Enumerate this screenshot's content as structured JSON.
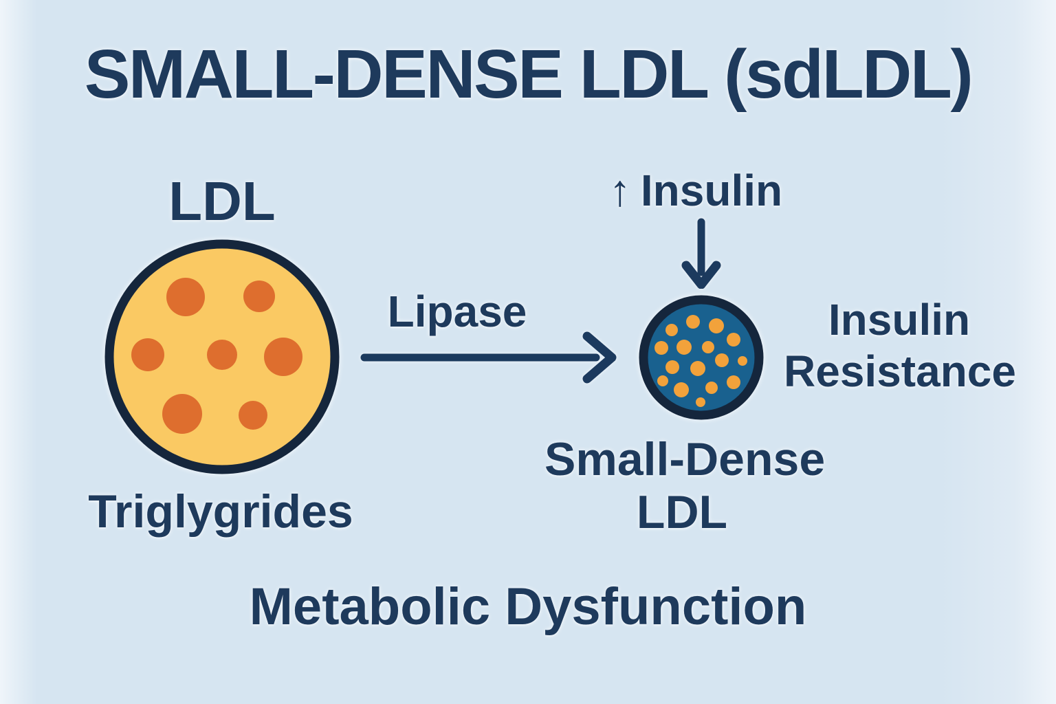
{
  "title": "SMALL-DENSE LDL (sdLDL)",
  "ldl": {
    "label": "LDL",
    "caption": "Triglygrides"
  },
  "process": {
    "label": "Lipase"
  },
  "insulin": {
    "glyph": "↑",
    "label": "Insulin"
  },
  "sdldl": {
    "line1": "Small-Dense",
    "line2": "LDL"
  },
  "outcome": {
    "line1": "Insulin",
    "line2": "Resistance"
  },
  "footer": "Metabolic Dysfunction",
  "colors": {
    "background": "#D6E5F1",
    "bg_edge": "#EFF5FA",
    "bg_edge_soft": "#DFEAF4",
    "text": "#1E3A5C",
    "circle_outline": "#15263C",
    "ldl_fill": "#FAC963",
    "ldl_dot": "#DE6E2E",
    "sdldl_fill": "#19618F",
    "sdldl_dot": "#F2A23B",
    "arrow": "#1C3A5E"
  }
}
